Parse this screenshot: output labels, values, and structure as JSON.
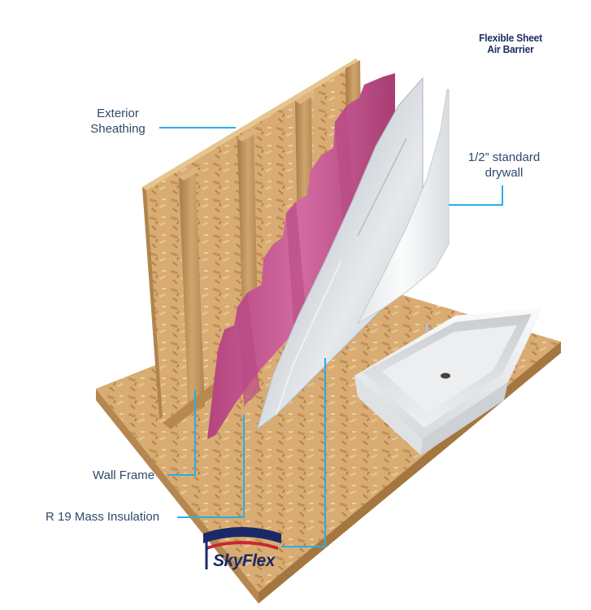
{
  "labels": {
    "air_barrier_line1": "Flexible Sheet",
    "air_barrier_line2": "Air Barrier",
    "exterior_line1": "Exterior",
    "exterior_line2": "Sheathing",
    "drywall_line1": "1/2” standard",
    "drywall_line2": "drywall",
    "wall_frame": "Wall Frame",
    "insulation": "R 19 Mass Insulation"
  },
  "logo": {
    "brand": "SkyFlex",
    "colors": {
      "navy": "#1a2a66",
      "red": "#c8282e"
    }
  },
  "colors": {
    "callout_line": "#29aee8",
    "label_text": "#2e4a6b",
    "osb": "#d9ac73",
    "stud": "#c79a5f",
    "insulation": "#c4558f",
    "barrier": "#d8dde2",
    "drywall": "#f2f4f5",
    "tub": "#f3f4f5"
  }
}
